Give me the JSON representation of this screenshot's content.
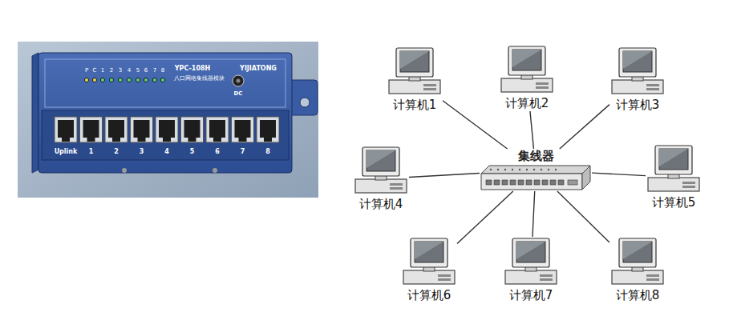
{
  "diagram": {
    "nodes": [
      {
        "text": [
          "计算机1"
        ]
      },
      {
        "text": [
          "计算机2"
        ]
      },
      {
        "text": [
          "计算机3"
        ]
      },
      {
        "text": [
          "计算机4"
        ]
      },
      {
        "text": [
          "集线器"
        ]
      },
      {
        "text": [
          "计算机5"
        ]
      },
      {
        "text": [
          "计算机6"
        ]
      },
      {
        "text": [
          "计算机7"
        ]
      },
      {
        "text": [
          "计算机8"
        ]
      }
    ],
    "edges": [
      {
        "from": 4,
        "to": 0,
        "arrow": "none"
      },
      {
        "from": 4,
        "to": 1,
        "arrow": "none"
      },
      {
        "from": 4,
        "to": 2,
        "arrow": "none"
      },
      {
        "from": 4,
        "to": 3,
        "arrow": "none"
      },
      {
        "from": 4,
        "to": 5,
        "arrow": "none"
      },
      {
        "from": 4,
        "to": 6,
        "arrow": "none"
      },
      {
        "from": 4,
        "to": 7,
        "arrow": "none"
      },
      {
        "from": 4,
        "to": 8,
        "arrow": "none"
      }
    ],
    "labels": [
      "P",
      "C",
      "1",
      "2",
      "3",
      "4",
      "5",
      "6",
      "7",
      "8",
      "YPC-108H",
      "八口网络集线器模块",
      "YIJIATONG",
      "DC",
      "Uplink",
      "1",
      "2",
      "3",
      "4",
      "5",
      "6",
      "7",
      "8"
    ]
  }
}
